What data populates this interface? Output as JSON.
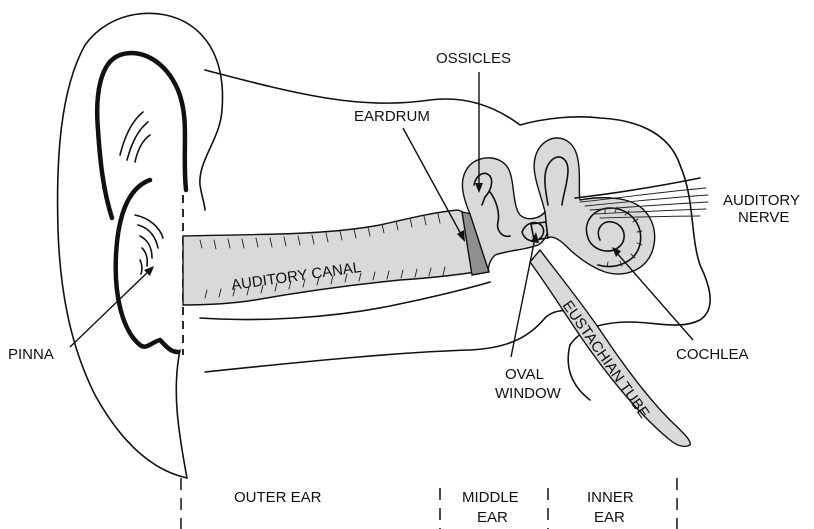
{
  "labels": {
    "ossicles": "OSSICLES",
    "eardrum": "EARDRUM",
    "auditory_nerve_1": "AUDITORY",
    "auditory_nerve_2": "NERVE",
    "auditory_canal": "AUDITORY CANAL",
    "pinna": "PINNA",
    "oval_window_1": "OVAL",
    "oval_window_2": "WINDOW",
    "cochlea": "COCHLEA",
    "eustachian_tube": "EUSTACHIAN TUBE"
  },
  "regions": {
    "outer_ear": "OUTER EAR",
    "middle_ear_1": "MIDDLE",
    "middle_ear_2": "EAR",
    "inner_ear_1": "INNER",
    "inner_ear_2": "EAR"
  },
  "colors": {
    "ink": "#111111",
    "structure_fill": "#d9d9d9",
    "eardrum_fill": "#8f8f8f"
  }
}
